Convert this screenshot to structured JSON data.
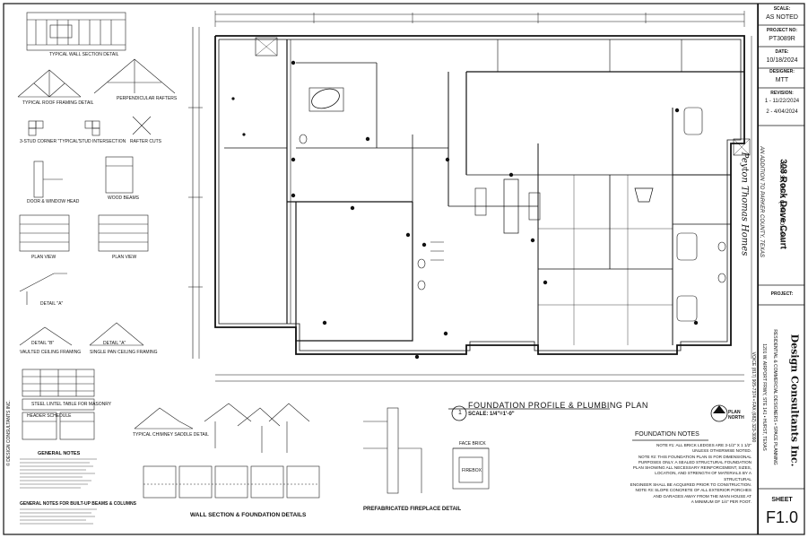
{
  "title_block": {
    "scale_label": "SCALE:",
    "scale_value": "AS NOTED",
    "project_no_label": "PROJECT NO:",
    "project_no_value": "PT3089R",
    "date_label": "DATE:",
    "date_value": "10/18/2024",
    "designer_label": "DESIGNER:",
    "designer_value": "MTT",
    "revision_label": "REVISION:",
    "revision_1": "1 - 11/22/2024",
    "revision_2": "2 - 4/04/2024",
    "project_label": "PROJECT:",
    "address": "308 Rock Dove Court",
    "lot_info": "LOT 38, BLK 1 QUAIL HOLLOW",
    "addition": "AN ADDITION TO PARKER COUNTY, TEXAS",
    "builder": "Peyton Thomas Homes",
    "firm_name": "Design Consultants Inc.",
    "firm_tagline": "RESIDENTIAL & COMMERCIAL DESIGNERS • SPACE PLANNING",
    "firm_address": "1201 W. AIRPORT FRWY, STE 141 • HURST, TEXAS",
    "firm_phone": "VOICE (817) 905-7374 • FAX (682) 323-3090",
    "sheet_label": "SHEET",
    "sheet_value": "F1.0"
  },
  "drawing": {
    "plan_title": "FOUNDATION PROFILE & PLUMBING PLAN",
    "plan_scale": "SCALE: 1/4\"=1'-0\"",
    "plan_number": "1",
    "north_label": "PLAN NORTH",
    "foundation_notes_title": "FOUNDATION NOTES",
    "fireplace_detail_title": "PREFABRICATED FIREPLACE DETAIL",
    "wall_section_title": "WALL SECTION & FOUNDATION DETAILS",
    "general_notes_title": "GENERAL NOTES",
    "beam_notes_title": "GENERAL NOTES FOR BUILT-UP BEAMS & COLUMNS",
    "copyright": "© DESIGN CONSULTANTS INC."
  },
  "details": {
    "typical_wall_section": "TYPICAL WALL SECTION DETAIL",
    "typical_roof_framing": "TYPICAL ROOF FRAMING DETAIL",
    "perpendicular_rafters": "PERPENDICULAR RAFTERS",
    "three_stud_corner": "3-STUD CORNER \"TYPICAL\"",
    "stud_intersection": "STUD INTERSECTION",
    "rafter_cuts": "RAFTER CUTS",
    "door_window_head": "DOOR & WINDOW HEAD",
    "wood_beams": "WOOD BEAMS",
    "plan_view_1": "PLAN VIEW",
    "plan_view_2": "PLAN VIEW",
    "detail_a": "DETAIL \"A\"",
    "detail_b": "DETAIL \"B\"",
    "detail_a2": "DETAIL \"A\"",
    "vaulted_ceiling": "VAULTED CEILING FRAMING",
    "single_pan_ceiling": "SINGLE PAN CEILING FRAMING",
    "chimney_saddle": "TYPICAL CHIMNEY SADDLE DETAIL",
    "header_schedule": "HEADER SCHEDULE",
    "steel_lintel": "STEEL LINTEL TABLE FOR MASONRY",
    "firebox": "FIREBOX",
    "face_brick": "FACE BRICK"
  },
  "foundation_notes": [
    "NOTE #1: ALL BRICK LEDGES ARE 3-1/2\" X 1 1/2\"",
    "UNLESS OTHERWISE NOTED.",
    "NOTE #2: THIS FOUNDATION PLAN IS FOR DIMENSIONAL",
    "PURPOSES ONLY. A SEALED STRUCTURAL FOUNDATION",
    "PLAN SHOWING ALL NECESSARY REINFORCEMENT, SIZES,",
    "LOCATION, AND STRENGTH OF MATERIALS BY A STRUCTURAL",
    "ENGINEER SHALL BE ACQUIRED PRIOR TO CONSTRUCTION.",
    "NOTE #3: SLOPE CONCRETE OF ALL EXTERIOR PORCHES",
    "AND GARAGES AWAY FROM THE MAIN HOUSE AT",
    "A MINIMUM OF 1/4\" PER FOOT."
  ]
}
